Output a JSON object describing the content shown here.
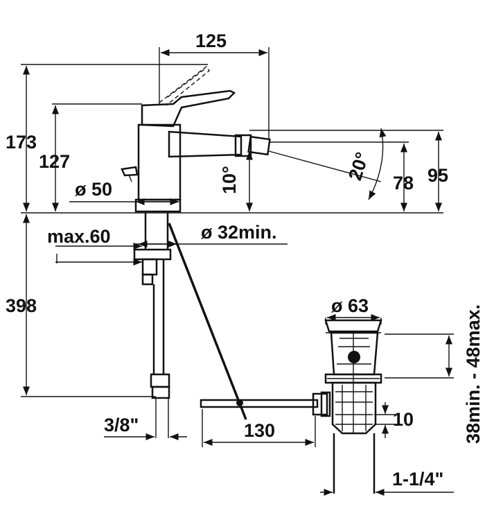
{
  "labels": {
    "width_125": "125",
    "height_173": "173",
    "height_127": "127",
    "diameter_50": "ø 50",
    "angle_10": "10°",
    "angle_20": "20°",
    "height_78": "78",
    "height_95": "95",
    "max_60": "max.60",
    "diameter_32": "ø 32min.",
    "length_398": "398",
    "thread_3_8": "3/8\"",
    "diameter_63": "ø 63",
    "range_38_48": "38min. - 48max.",
    "dim_10": "10",
    "length_130": "130",
    "thread_1_1_4": "1-1/4\""
  },
  "colors": {
    "line": "#111111",
    "background": "#ffffff"
  }
}
